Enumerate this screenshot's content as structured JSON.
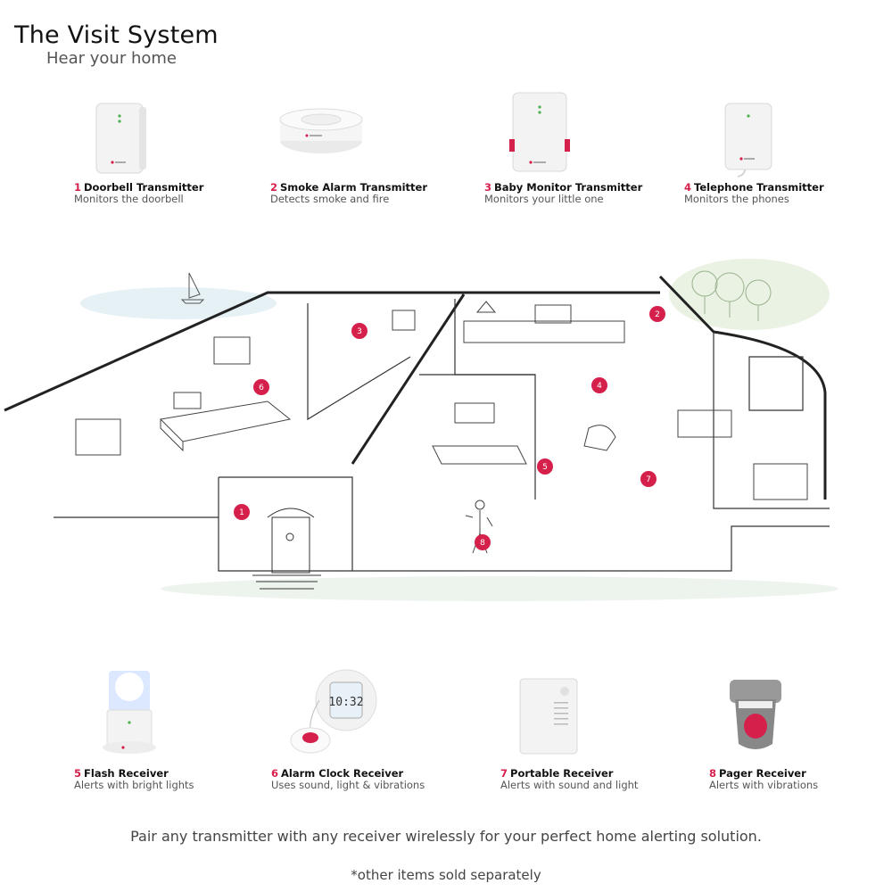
{
  "header": {
    "title": "The Visit System",
    "subtitle": "Hear your home"
  },
  "transmitters": [
    {
      "num": "1",
      "name": "Doorbell Transmitter",
      "desc": "Monitors the doorbell"
    },
    {
      "num": "2",
      "name": "Smoke Alarm Transmitter",
      "desc": "Detects smoke and fire"
    },
    {
      "num": "3",
      "name": "Baby Monitor Transmitter",
      "desc": "Monitors your little one"
    },
    {
      "num": "4",
      "name": "Telephone Transmitter",
      "desc": "Monitors the phones"
    }
  ],
  "receivers": [
    {
      "num": "5",
      "name": "Flash Receiver",
      "desc": "Alerts with bright lights"
    },
    {
      "num": "6",
      "name": "Alarm Clock Receiver",
      "desc": "Uses sound, light & vibrations"
    },
    {
      "num": "7",
      "name": "Portable Receiver",
      "desc": "Alerts with sound and light"
    },
    {
      "num": "8",
      "name": "Pager Receiver",
      "desc": "Alerts with vibrations"
    }
  ],
  "clock_display": "10:32",
  "markers": [
    "1",
    "2",
    "3",
    "4",
    "5",
    "6",
    "7",
    "8"
  ],
  "footer": {
    "tagline": "Pair any transmitter with any receiver wirelessly for your perfect home alerting solution.",
    "note": "*other items sold separately"
  },
  "colors": {
    "accent": "#d6204c",
    "line": "#2a2a2a",
    "device": "#f4f4f4"
  }
}
